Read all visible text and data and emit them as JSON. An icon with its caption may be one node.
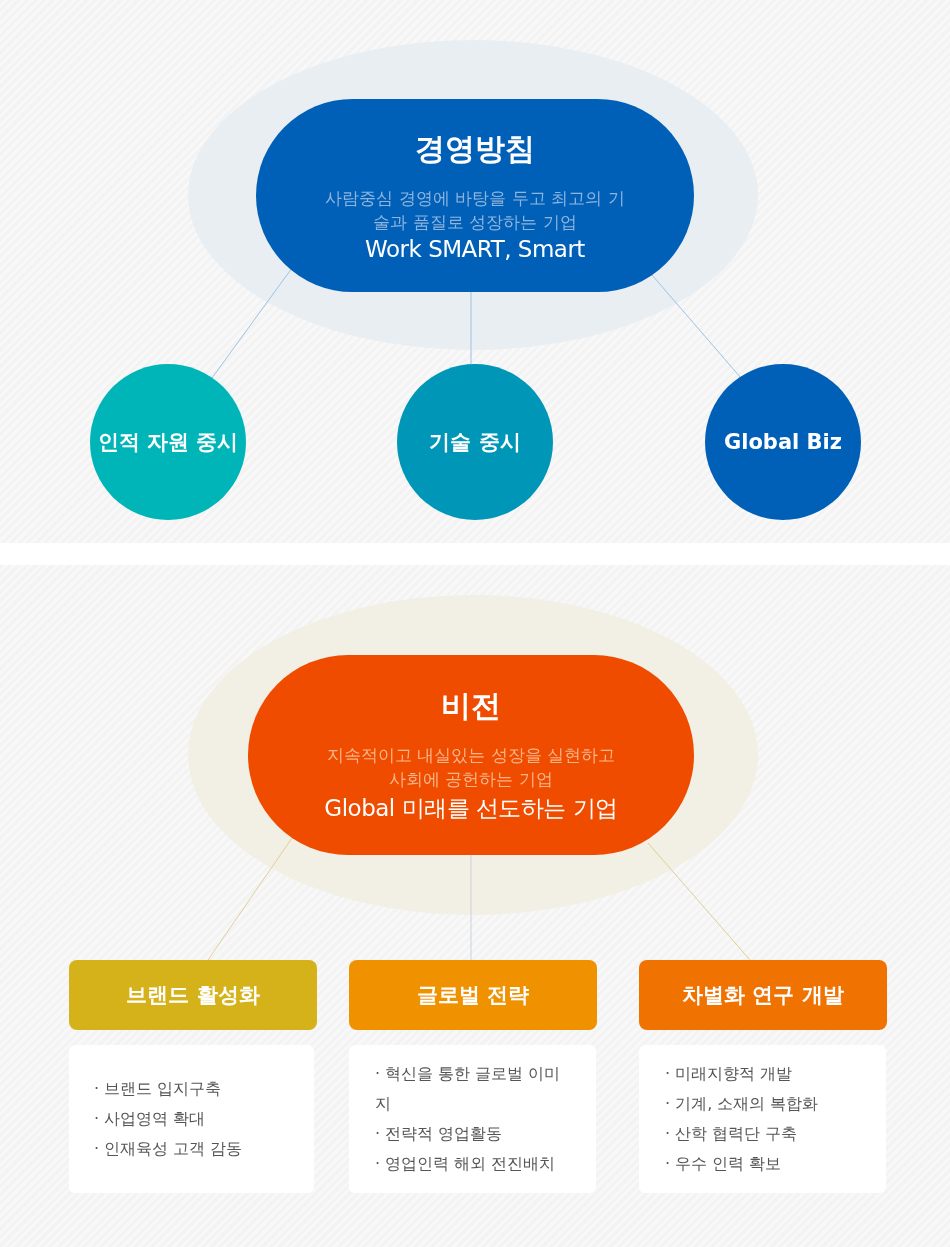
{
  "diagram": {
    "nodes": [
      {
        "text": [
          "경영방침",
          "사람중심 경영에 바탕을 두고 최고의 기술과 품질로 성장하는 기업",
          "Work SMART, Smart"
        ]
      },
      {
        "text": [
          "인적 자원 중시"
        ]
      },
      {
        "text": [
          "기술 중시"
        ]
      },
      {
        "text": [
          "Global Biz"
        ]
      },
      {
        "text": [
          "비전",
          "지속적이고 내실있는 성장을 실현하고 사회에 공헌하는 기업",
          "Global 미래를 선도하는 기업"
        ]
      },
      {
        "text": [
          "브랜드 활성화"
        ]
      },
      {
        "text": [
          "· 브랜드 입지구축",
          "· 사업영역 확대",
          "· 인재육성 고객 감동"
        ]
      },
      {
        "text": [
          "글로벌 전략"
        ]
      },
      {
        "text": [
          "· 혁신을 통한 글로벌 이미지",
          "· 전략적 영업활동",
          "· 영업인력 해외 전진배치"
        ]
      },
      {
        "text": [
          "차별화 연구 개발"
        ]
      },
      {
        "text": [
          "· 미래지향적 개발",
          "· 기계, 소재의 복합화",
          "· 산학 협력단 구축",
          "· 우수 인력 확보"
        ]
      }
    ],
    "edges": [
      {
        "from": 0,
        "to": 1,
        "arrow": "none"
      },
      {
        "from": 0,
        "to": 2,
        "arrow": "none"
      },
      {
        "from": 0,
        "to": 3,
        "arrow": "none"
      },
      {
        "from": 4,
        "to": 5,
        "arrow": "none",
        "color": "#e0cf96"
      },
      {
        "from": 4,
        "to": 7,
        "arrow": "none",
        "color": "#c9d3dc"
      },
      {
        "from": 4,
        "to": 9,
        "arrow": "none",
        "color": "#e0cf96"
      }
    ]
  }
}
